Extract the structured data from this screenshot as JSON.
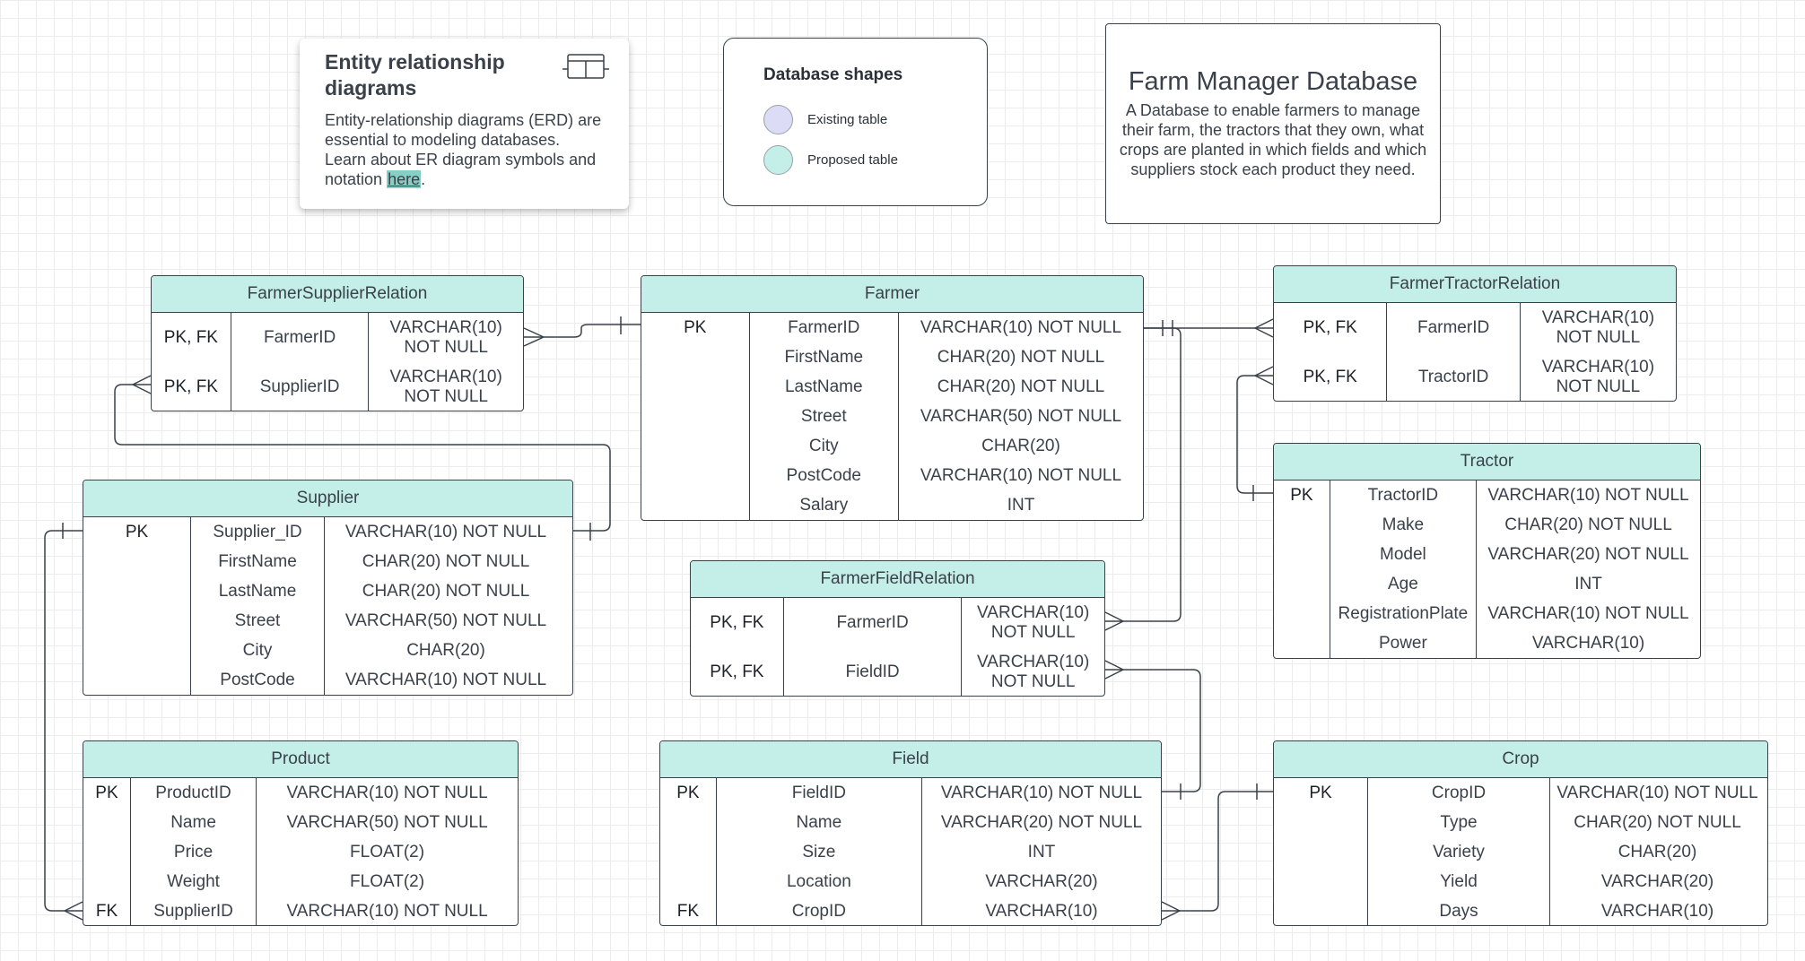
{
  "info_card": {
    "title": "Entity relationship diagrams",
    "body_text": "Entity-relationship diagrams (ERD) are essential to modeling databases. Learn about ER diagram symbols and notation ",
    "link_text": "here",
    "trailing": "."
  },
  "shapes_card": {
    "title": "Database shapes",
    "items": [
      {
        "label": "Existing table",
        "color": "#dcdcf7"
      },
      {
        "label": "Proposed table",
        "color": "#c4eee8"
      }
    ]
  },
  "title_card": {
    "title": "Farm Manager Database",
    "description": "A Database to enable farmers to manage their farm, the tractors that they own, what crops are planted in which fields and which suppliers stock each product they need."
  },
  "colors": {
    "table_header": "#c4eee8",
    "border": "#3a414a",
    "link_highlight": "#86cfc4",
    "loading_accent": "#d6247c"
  },
  "tables": {
    "farmer_supplier_relation": {
      "title": "FarmerSupplierRelation",
      "rows": [
        {
          "key": "PK, FK",
          "field": "FarmerID",
          "type": "VARCHAR(10) NOT NULL"
        },
        {
          "key": "PK, FK",
          "field": "SupplierID",
          "type": "VARCHAR(10) NOT NULL"
        }
      ]
    },
    "farmer": {
      "title": "Farmer",
      "rows": [
        {
          "key": "PK",
          "field": "FarmerID",
          "type": "VARCHAR(10) NOT NULL"
        },
        {
          "key": "",
          "field": "FirstName",
          "type": "CHAR(20) NOT NULL"
        },
        {
          "key": "",
          "field": "LastName",
          "type": "CHAR(20) NOT NULL"
        },
        {
          "key": "",
          "field": "Street",
          "type": "VARCHAR(50) NOT NULL"
        },
        {
          "key": "",
          "field": "City",
          "type": "CHAR(20)"
        },
        {
          "key": "",
          "field": "PostCode",
          "type": "VARCHAR(10) NOT NULL"
        },
        {
          "key": "",
          "field": "Salary",
          "type": "INT"
        }
      ]
    },
    "farmer_tractor_relation": {
      "title": "FarmerTractorRelation",
      "rows": [
        {
          "key": "PK, FK",
          "field": "FarmerID",
          "type": "VARCHAR(10) NOT NULL"
        },
        {
          "key": "PK, FK",
          "field": "TractorID",
          "type": "VARCHAR(10) NOT NULL"
        }
      ]
    },
    "tractor": {
      "title": "Tractor",
      "rows": [
        {
          "key": "PK",
          "field": "TractorID",
          "type": "VARCHAR(10) NOT NULL"
        },
        {
          "key": "",
          "field": "Make",
          "type": "CHAR(20) NOT NULL"
        },
        {
          "key": "",
          "field": "Model",
          "type": "VARCHAR(20) NOT NULL"
        },
        {
          "key": "",
          "field": "Age",
          "type": "INT"
        },
        {
          "key": "",
          "field": "RegistrationPlate",
          "type": "VARCHAR(10) NOT NULL"
        },
        {
          "key": "",
          "field": "Power",
          "type": "VARCHAR(10)"
        }
      ]
    },
    "supplier": {
      "title": "Supplier",
      "rows": [
        {
          "key": "PK",
          "field": "Supplier_ID",
          "type": "VARCHAR(10) NOT NULL"
        },
        {
          "key": "",
          "field": "FirstName",
          "type": "CHAR(20) NOT NULL"
        },
        {
          "key": "",
          "field": "LastName",
          "type": "CHAR(20) NOT NULL"
        },
        {
          "key": "",
          "field": "Street",
          "type": "VARCHAR(50) NOT NULL"
        },
        {
          "key": "",
          "field": "City",
          "type": "CHAR(20)"
        },
        {
          "key": "",
          "field": "PostCode",
          "type": "VARCHAR(10) NOT NULL"
        }
      ]
    },
    "farmer_field_relation": {
      "title": "FarmerFieldRelation",
      "rows": [
        {
          "key": "PK, FK",
          "field": "FarmerID",
          "type": "VARCHAR(10) NOT NULL"
        },
        {
          "key": "PK, FK",
          "field": "FieldID",
          "type": "VARCHAR(10) NOT NULL"
        }
      ]
    },
    "product": {
      "title": "Product",
      "rows": [
        {
          "key": "PK",
          "field": "ProductID",
          "type": "VARCHAR(10) NOT NULL"
        },
        {
          "key": "",
          "field": "Name",
          "type": "VARCHAR(50) NOT NULL"
        },
        {
          "key": "",
          "field": "Price",
          "type": "FLOAT(2)"
        },
        {
          "key": "",
          "field": "Weight",
          "type": "FLOAT(2)"
        },
        {
          "key": "FK",
          "field": "SupplierID",
          "type": "VARCHAR(10) NOT NULL"
        }
      ]
    },
    "field": {
      "title": "Field",
      "rows": [
        {
          "key": "PK",
          "field": "FieldID",
          "type": "VARCHAR(10) NOT NULL"
        },
        {
          "key": "",
          "field": "Name",
          "type": "VARCHAR(20) NOT NULL"
        },
        {
          "key": "",
          "field": "Size",
          "type": "INT"
        },
        {
          "key": "",
          "field": "Location",
          "type": "VARCHAR(20)"
        },
        {
          "key": "FK",
          "field": "CropID",
          "type": "VARCHAR(10)"
        }
      ]
    },
    "crop": {
      "title": "Crop",
      "rows": [
        {
          "key": "PK",
          "field": "CropID",
          "type": "VARCHAR(10) NOT NULL"
        },
        {
          "key": "",
          "field": "Type",
          "type": "CHAR(20) NOT NULL"
        },
        {
          "key": "",
          "field": "Variety",
          "type": "CHAR(20)"
        },
        {
          "key": "",
          "field": "Yield",
          "type": "VARCHAR(20)"
        },
        {
          "key": "",
          "field": "Days",
          "type": "VARCHAR(10)"
        }
      ]
    }
  }
}
